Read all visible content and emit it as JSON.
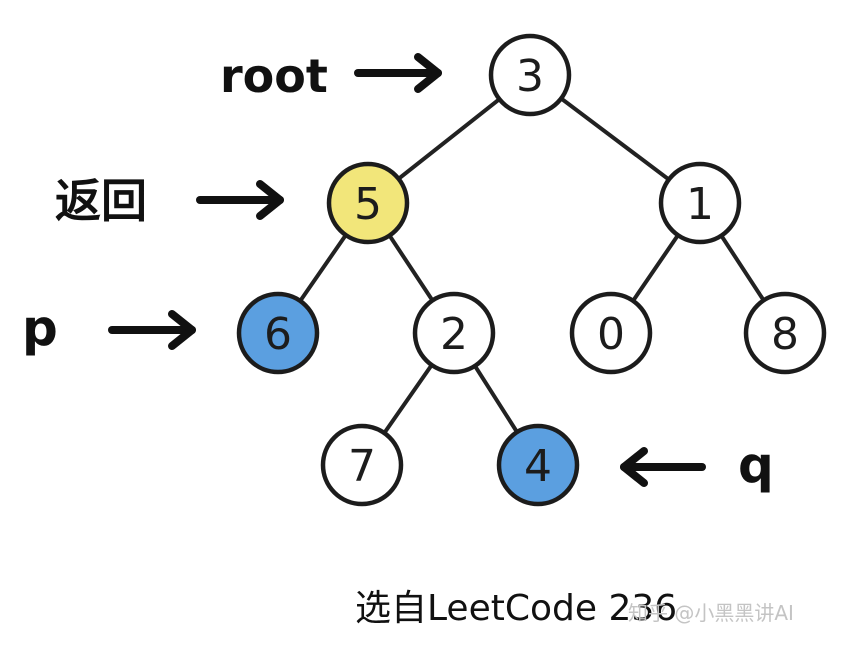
{
  "tree": {
    "nodes": [
      {
        "id": "n3",
        "value": "3",
        "highlight": "none"
      },
      {
        "id": "n5",
        "value": "5",
        "highlight": "result"
      },
      {
        "id": "n1",
        "value": "1",
        "highlight": "none"
      },
      {
        "id": "n6",
        "value": "6",
        "highlight": "target"
      },
      {
        "id": "n2",
        "value": "2",
        "highlight": "none"
      },
      {
        "id": "n0",
        "value": "0",
        "highlight": "none"
      },
      {
        "id": "n8",
        "value": "8",
        "highlight": "none"
      },
      {
        "id": "n7",
        "value": "7",
        "highlight": "none"
      },
      {
        "id": "n4",
        "value": "4",
        "highlight": "target"
      }
    ],
    "edges": [
      [
        "n3",
        "n5"
      ],
      [
        "n3",
        "n1"
      ],
      [
        "n5",
        "n6"
      ],
      [
        "n5",
        "n2"
      ],
      [
        "n1",
        "n0"
      ],
      [
        "n1",
        "n8"
      ],
      [
        "n2",
        "n7"
      ],
      [
        "n2",
        "n4"
      ]
    ]
  },
  "pointers": [
    {
      "id": "root",
      "label": "root",
      "target": "n3",
      "direction": "right"
    },
    {
      "id": "return",
      "label": "返回",
      "target": "n5",
      "direction": "right"
    },
    {
      "id": "p",
      "label": "p",
      "target": "n6",
      "direction": "right"
    },
    {
      "id": "q",
      "label": "q",
      "target": "n4",
      "direction": "left"
    }
  ],
  "caption": "选自LeetCode 236",
  "watermark": "知乎 @小黑黑讲AI",
  "colors": {
    "node_default": "#ffffff",
    "node_result": "#f2e67a",
    "node_target": "#5b9fe0",
    "stroke": "#1c1c1c"
  }
}
